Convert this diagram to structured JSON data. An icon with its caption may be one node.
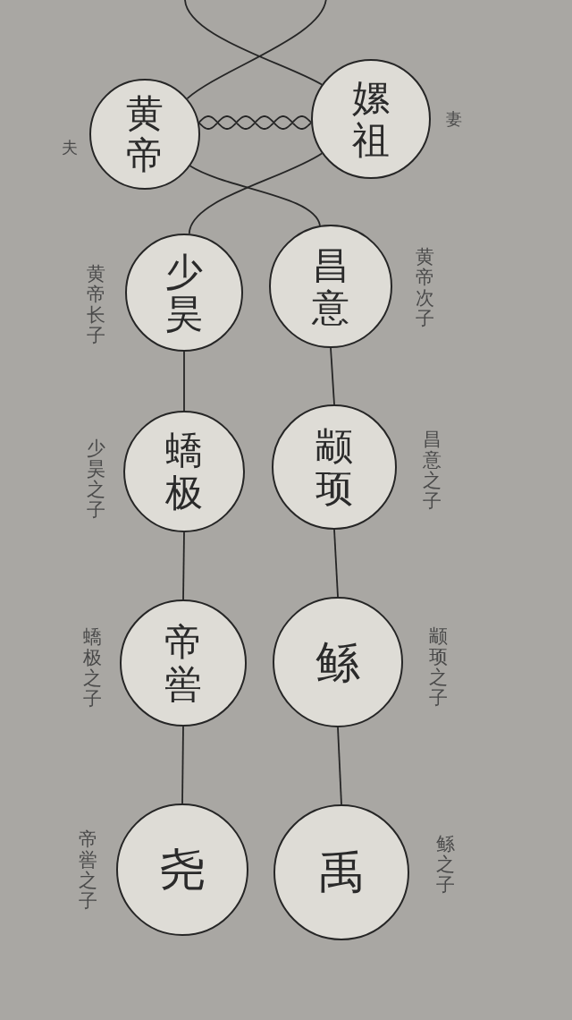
{
  "diagram": {
    "nodes": [
      {
        "text": [
          "黄帝"
        ],
        "beside": [
          "夫"
        ]
      },
      {
        "text": [
          "嫘祖"
        ],
        "beside": [
          "妻"
        ]
      },
      {
        "text": [
          "少昊"
        ],
        "beside": [
          "黄帝长子"
        ]
      },
      {
        "text": [
          "昌意"
        ],
        "beside": [
          "黄帝次子"
        ]
      },
      {
        "text": [
          "蟜极"
        ],
        "beside": [
          "少昊之子"
        ]
      },
      {
        "text": [
          "颛顼"
        ],
        "beside": [
          "昌意之子"
        ]
      },
      {
        "text": [
          "帝喾"
        ],
        "beside": [
          "蟜极之子"
        ]
      },
      {
        "text": [
          "鲧"
        ],
        "beside": [
          "颛顼之子"
        ]
      },
      {
        "text": [
          "尧"
        ],
        "beside": [
          "帝喾之子"
        ]
      },
      {
        "text": [
          "禹"
        ],
        "beside": [
          "鲧之子"
        ]
      }
    ],
    "edges": [
      {
        "from": null,
        "to": 0,
        "arrow": "none"
      },
      {
        "from": null,
        "to": 1,
        "arrow": "none"
      },
      {
        "from": 0,
        "to": 1,
        "arrow": "none"
      },
      {
        "from": 0,
        "to": 3,
        "arrow": "none"
      },
      {
        "from": 1,
        "to": 2,
        "arrow": "none"
      },
      {
        "from": 2,
        "to": 4,
        "arrow": "none"
      },
      {
        "from": 3,
        "to": 5,
        "arrow": "none"
      },
      {
        "from": 4,
        "to": 6,
        "arrow": "none"
      },
      {
        "from": 5,
        "to": 7,
        "arrow": "none"
      },
      {
        "from": 6,
        "to": 8,
        "arrow": "none"
      },
      {
        "from": 7,
        "to": 9,
        "arrow": "none"
      }
    ]
  }
}
